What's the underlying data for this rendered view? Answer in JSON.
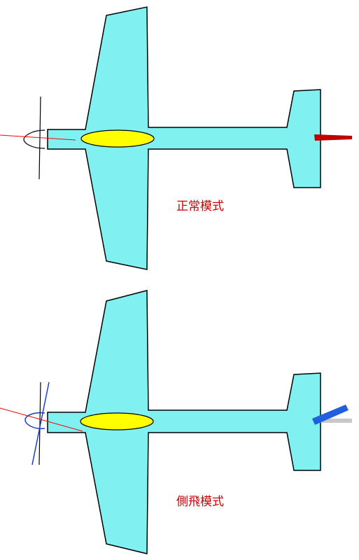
{
  "diagrams": [
    {
      "mode_label": "正常模式",
      "propeller_state": "straight",
      "tail_prop_state": "straight"
    },
    {
      "mode_label": "側飛模式",
      "propeller_state": "tilted",
      "tail_prop_state": "angled"
    }
  ],
  "colors": {
    "fuselage_fill": "#80f0f0",
    "cockpit_fill": "#ffff00",
    "outline": "#000000",
    "thrust_line": "#ff0000",
    "label_text": "#cc0000",
    "tail_prop_normal": "#c00000",
    "tail_prop_side": "#1f5fe0",
    "tail_prop_shadow": "#c8c8c8",
    "propeller_side": "#1f3fc0"
  }
}
